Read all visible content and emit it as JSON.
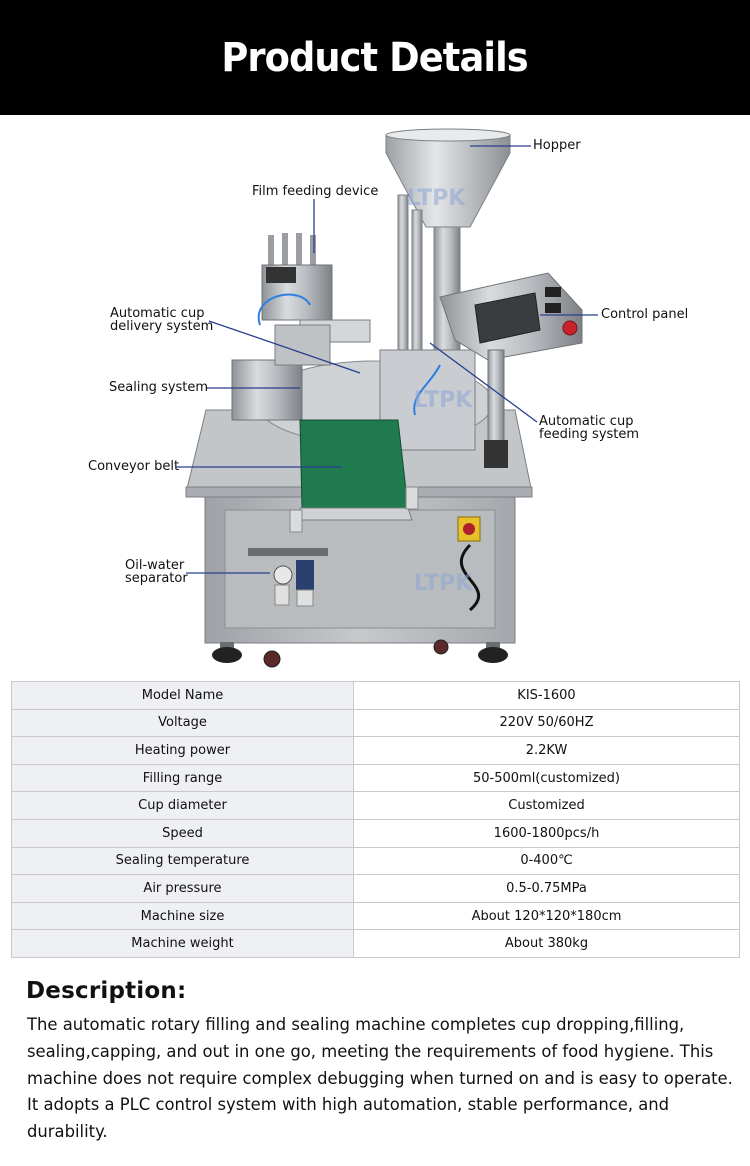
{
  "header": {
    "title": "Product Details"
  },
  "figure": {
    "watermark": "LTPK",
    "callouts": {
      "hopper": "Hopper",
      "film_feeding": "Film feeding device",
      "control_panel": "Control panel",
      "cup_delivery_1": "Automatic cup",
      "cup_delivery_2": "delivery system",
      "sealing": "Sealing system",
      "cup_feeding_1": "Automatic cup",
      "cup_feeding_2": "feeding system",
      "conveyor": "Conveyor belt",
      "oil_water_1": "Oil-water",
      "oil_water_2": "separator"
    }
  },
  "specs": [
    {
      "label": "Model Name",
      "value": "KIS-1600"
    },
    {
      "label": "Voltage",
      "value": "220V 50/60HZ"
    },
    {
      "label": "Heating power",
      "value": "2.2KW"
    },
    {
      "label": "Filling range",
      "value": "50-500ml(customized)"
    },
    {
      "label": "Cup diameter",
      "value": "Customized"
    },
    {
      "label": "Speed",
      "value": "1600-1800pcs/h"
    },
    {
      "label": "Sealing temperature",
      "value": "0-400℃"
    },
    {
      "label": "Air pressure",
      "value": "0.5-0.75MPa"
    },
    {
      "label": "Machine size",
      "value": "About 120*120*180cm"
    },
    {
      "label": "Machine weight",
      "value": "About 380kg"
    }
  ],
  "description": {
    "title": "Description:",
    "body": "The automatic rotary filling and sealing machine completes cup dropping,filling, sealing,capping, and out in one go, meeting the requirements of food hygiene. This machine does not require complex debugging when turned on and is easy to operate. It adopts a PLC control system with high automation, stable performance, and durability."
  }
}
